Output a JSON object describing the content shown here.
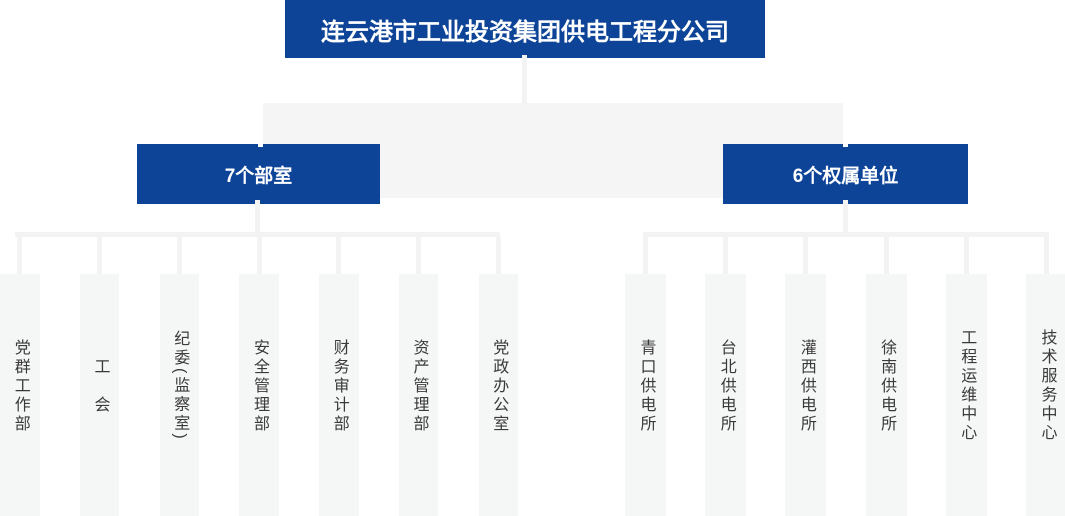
{
  "colors": {
    "blue": "#0d4498",
    "band": "#f5f5f5",
    "box": "#f5f6f6",
    "line": "#f3f3f3",
    "text": "#3a3a3a"
  },
  "org_chart": {
    "root": {
      "label": "连云港市工业投资集团供电工程分公司"
    },
    "groups": {
      "departments": {
        "label": "7个部室",
        "children": [
          "党群工作部",
          "工　会",
          "纪委(监察室)",
          "安全管理部",
          "财务审计部",
          "资产管理部",
          "党政办公室"
        ]
      },
      "subsidiaries": {
        "label": "6个权属单位",
        "children": [
          "青口供电所",
          "台北供电所",
          "灌西供电所",
          "徐南供电所",
          "工程运维中心",
          "技术服务中心"
        ]
      }
    }
  }
}
